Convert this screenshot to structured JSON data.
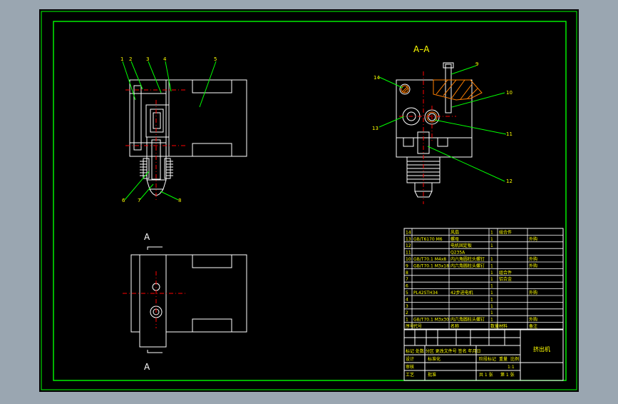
{
  "colors": {
    "window_bg": "#9aa6b1",
    "paper": "#000000",
    "frame": "#00ff00",
    "outline": "#ffffff",
    "center_line": "#ff0000",
    "hatch": "#ff7f00",
    "label": "#ffff00",
    "leader": "#00ff00",
    "table_text": "#ffff00"
  },
  "section_title": "A–A",
  "section_marks": {
    "top": "A",
    "bottom": "A"
  },
  "part_balloons": {
    "front_view": [
      "1",
      "2",
      "3",
      "4",
      "5",
      "6",
      "7",
      "8"
    ],
    "section_view": [
      "9",
      "10",
      "11",
      "12",
      "13",
      "14"
    ]
  },
  "bom": {
    "rows": [
      {
        "no": "14",
        "code": "",
        "name": "风扇",
        "qty": "1",
        "material": "组合件",
        "note": ""
      },
      {
        "no": "13",
        "code": "GB/T6170 M6",
        "name": "螺母",
        "qty": "1",
        "material": "",
        "note": "外购"
      },
      {
        "no": "12",
        "code": "",
        "name": "电机固定板",
        "qty": "1",
        "material": "",
        "note": ""
      },
      {
        "no": "11",
        "code": "",
        "name": "Q235A",
        "qty": "",
        "material": "",
        "note": ""
      },
      {
        "no": "10",
        "code": "GB/T70.1 M4x8",
        "name": "内六角圆柱头螺钉",
        "qty": "1",
        "material": "",
        "note": "外购"
      },
      {
        "no": "9",
        "code": "GB/T70.1 M3x18",
        "name": "内六角圆柱头螺钉",
        "qty": "1",
        "material": "",
        "note": "外购"
      },
      {
        "no": "8",
        "code": "",
        "name": "",
        "qty": "1",
        "material": "组合件",
        "note": ""
      },
      {
        "no": "7",
        "code": "",
        "name": "",
        "qty": "1",
        "material": "铝合金",
        "note": ""
      },
      {
        "no": "6",
        "code": "",
        "name": "",
        "qty": "1",
        "material": "",
        "note": ""
      },
      {
        "no": "5",
        "code": "PL42STH34",
        "name": "42步进电机",
        "qty": "1",
        "material": "",
        "note": "外购"
      },
      {
        "no": "4",
        "code": "",
        "name": "",
        "qty": "1",
        "material": "",
        "note": ""
      },
      {
        "no": "3",
        "code": "",
        "name": "",
        "qty": "1",
        "material": "",
        "note": ""
      },
      {
        "no": "2",
        "code": "",
        "name": "",
        "qty": "1",
        "material": "",
        "note": ""
      },
      {
        "no": "1",
        "code": "GB/T70.1 M3x30",
        "name": "内六角圆柱头螺钉",
        "qty": "1",
        "material": "",
        "note": "外购"
      }
    ],
    "headers": [
      "序号",
      "代号",
      "名称",
      "数量",
      "材料",
      "备注"
    ]
  },
  "title_block": {
    "drawing_name": "挤出机",
    "stage_label": "阶段标记",
    "weight_label": "重量",
    "scale_label": "比例",
    "scale_value": "1:1",
    "sheets_total": "共 1 张",
    "sheet_no": "第 1 张",
    "designer": "设计",
    "checker": "审核",
    "process": "工艺",
    "standard": "标准化",
    "approve": "批准",
    "revision_row": "标记 处数 分区 更改文件号 签名 年月日"
  }
}
